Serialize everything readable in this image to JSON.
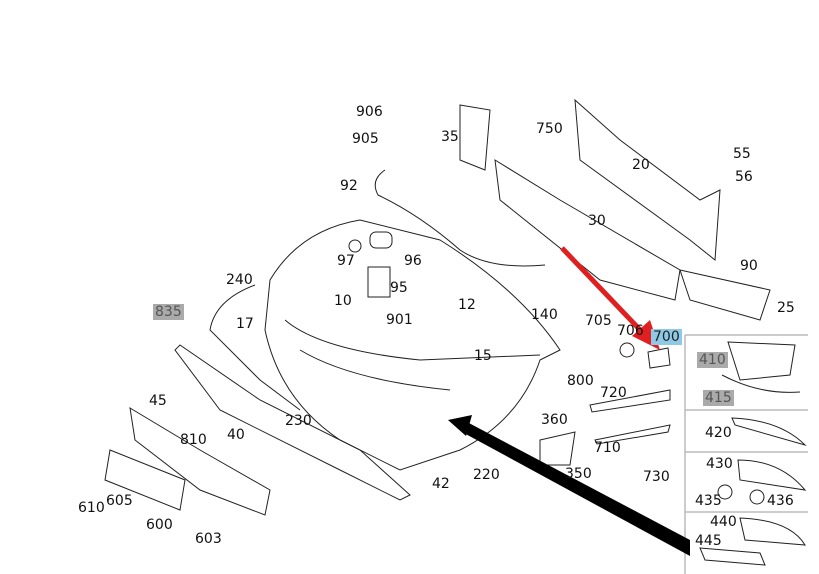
{
  "title": "Front bumper parts diagram",
  "colors": {
    "highlight_gray": "#aaaaaa",
    "highlight_blue": "#8ecae6",
    "arrow_red": "#e02020",
    "arrow_black": "#000000"
  },
  "labels": {
    "p906": "906",
    "p905": "905",
    "p35": "35",
    "p750": "750",
    "p55": "55",
    "p20": "20",
    "p56": "56",
    "p92": "92",
    "p30": "30",
    "p97": "97",
    "p96": "96",
    "p90": "90",
    "p240": "240",
    "p95": "95",
    "p10": "10",
    "p25": "25",
    "p835": "835",
    "p12": "12",
    "p140": "140",
    "p17": "17",
    "p901": "901",
    "p705": "705",
    "p706": "706",
    "p700": "700",
    "p15": "15",
    "p410": "410",
    "p800": "800",
    "p720": "720",
    "p415": "415",
    "p45": "45",
    "p230": "230",
    "p360": "360",
    "p40": "40",
    "p810": "810",
    "p420": "420",
    "p710": "710",
    "p430": "430",
    "p220": "220",
    "p350": "350",
    "p730": "730",
    "p42": "42",
    "p435": "435",
    "p436": "436",
    "p610": "610",
    "p605": "605",
    "p440": "440",
    "p600": "600",
    "p445": "445",
    "p603": "603"
  }
}
